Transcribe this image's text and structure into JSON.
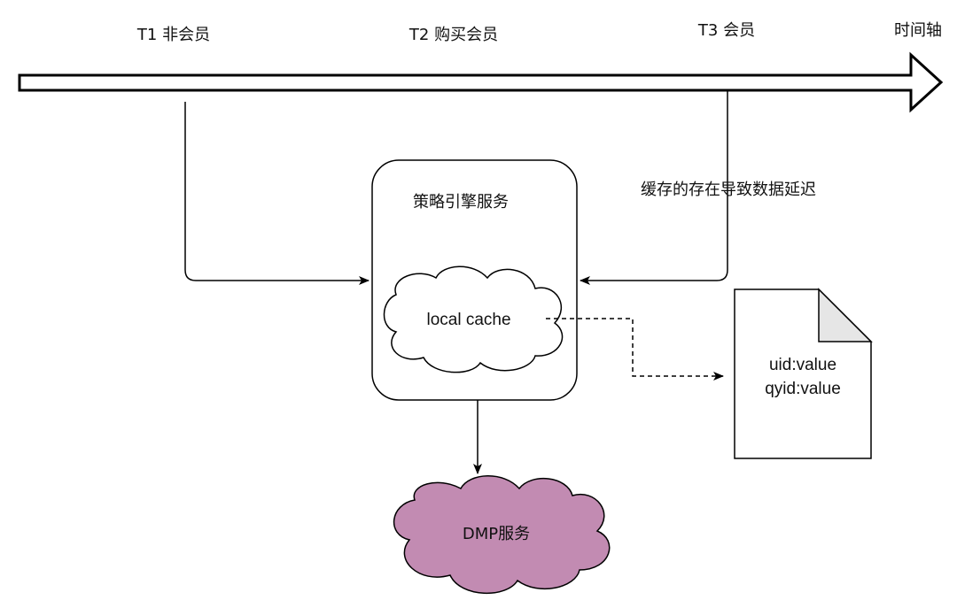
{
  "timeline": {
    "points": [
      "T1 非会员",
      "T2 购买会员",
      "T3 会员"
    ],
    "axis_label": "时间轴"
  },
  "engine": {
    "title": "策略引擎服务",
    "cache_label": "local cache"
  },
  "annotation": "缓存的存在导致数据延迟",
  "document": {
    "lines": [
      "uid:value",
      "qyid:value"
    ]
  },
  "dmp": {
    "label": "DMP服务",
    "fill_color": "#c28bb2"
  },
  "colors": {
    "line": "#000000",
    "background": "#ffffff",
    "doc_fold": "#e6e6e6"
  }
}
